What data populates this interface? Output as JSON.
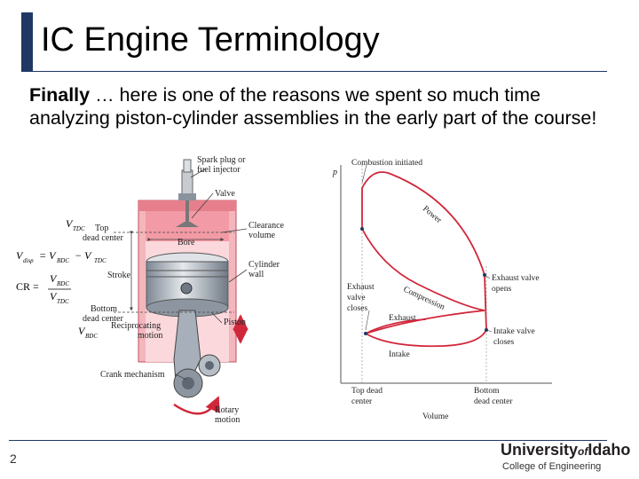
{
  "slide": {
    "title": "IC Engine Terminology",
    "body_bold": "Finally",
    "body_rest": " … here is one of the reasons we spent so much time analyzing piston-cylinder assemblies in the early part of the course!",
    "page_number": "2"
  },
  "logo": {
    "main_a": "University",
    "main_of": "of",
    "main_b": "Idaho",
    "sub": "College of Engineering"
  },
  "engine_diagram": {
    "spark_plug": [
      "Spark plug or",
      "fuel injector"
    ],
    "valve": "Valve",
    "top_dead_center": [
      "Top",
      "dead center"
    ],
    "clearance_volume": [
      "Clearance",
      "volume"
    ],
    "bore": "Bore",
    "cylinder_wall": [
      "Cylinder",
      "wall"
    ],
    "stroke": "Stroke",
    "bottom_dead_center": [
      "Bottom",
      "dead center"
    ],
    "piston": "Piston",
    "reciprocating_motion": [
      "Reciprocating",
      "motion"
    ],
    "crank_mechanism": "Crank mechanism",
    "rotary_motion": [
      "Rotary",
      "motion"
    ]
  },
  "equations": {
    "v_tdc": "V",
    "v_tdc_sub": "TDC",
    "v_bdc": "V",
    "v_bdc_sub": "BDC",
    "disp_lhs": "V",
    "disp_lhs_sub": "disp",
    "disp_eq": "= V",
    "disp_eq_sub": "BDC",
    "disp_minus": "− V",
    "disp_minus_sub": "TDC",
    "cr_lhs": "CR =",
    "cr_num": "V",
    "cr_num_sub": "BDC",
    "cr_den": "V",
    "cr_den_sub": "TDC"
  },
  "pv_diagram": {
    "y_axis": "p",
    "x_axis": "Volume",
    "combustion": "Combustion initiated",
    "power": "Power",
    "compression": "Compression",
    "exhaust_valve_opens": [
      "Exhaust valve",
      "opens"
    ],
    "exhaust_valve_closes": [
      "Exhaust",
      "valve",
      "closes"
    ],
    "exhaust": "Exhaust",
    "intake_valve_closes": [
      "Intake valve",
      "closes"
    ],
    "intake": "Intake",
    "top_dead_center": [
      "Top dead",
      "center"
    ],
    "bottom_dead_center": [
      "Bottom",
      "dead center"
    ]
  },
  "colors": {
    "accent": "#1f3864",
    "cylinder": "#f4b6bd",
    "cylinder_dark": "#d9515f",
    "cycle": "#d1273a"
  }
}
